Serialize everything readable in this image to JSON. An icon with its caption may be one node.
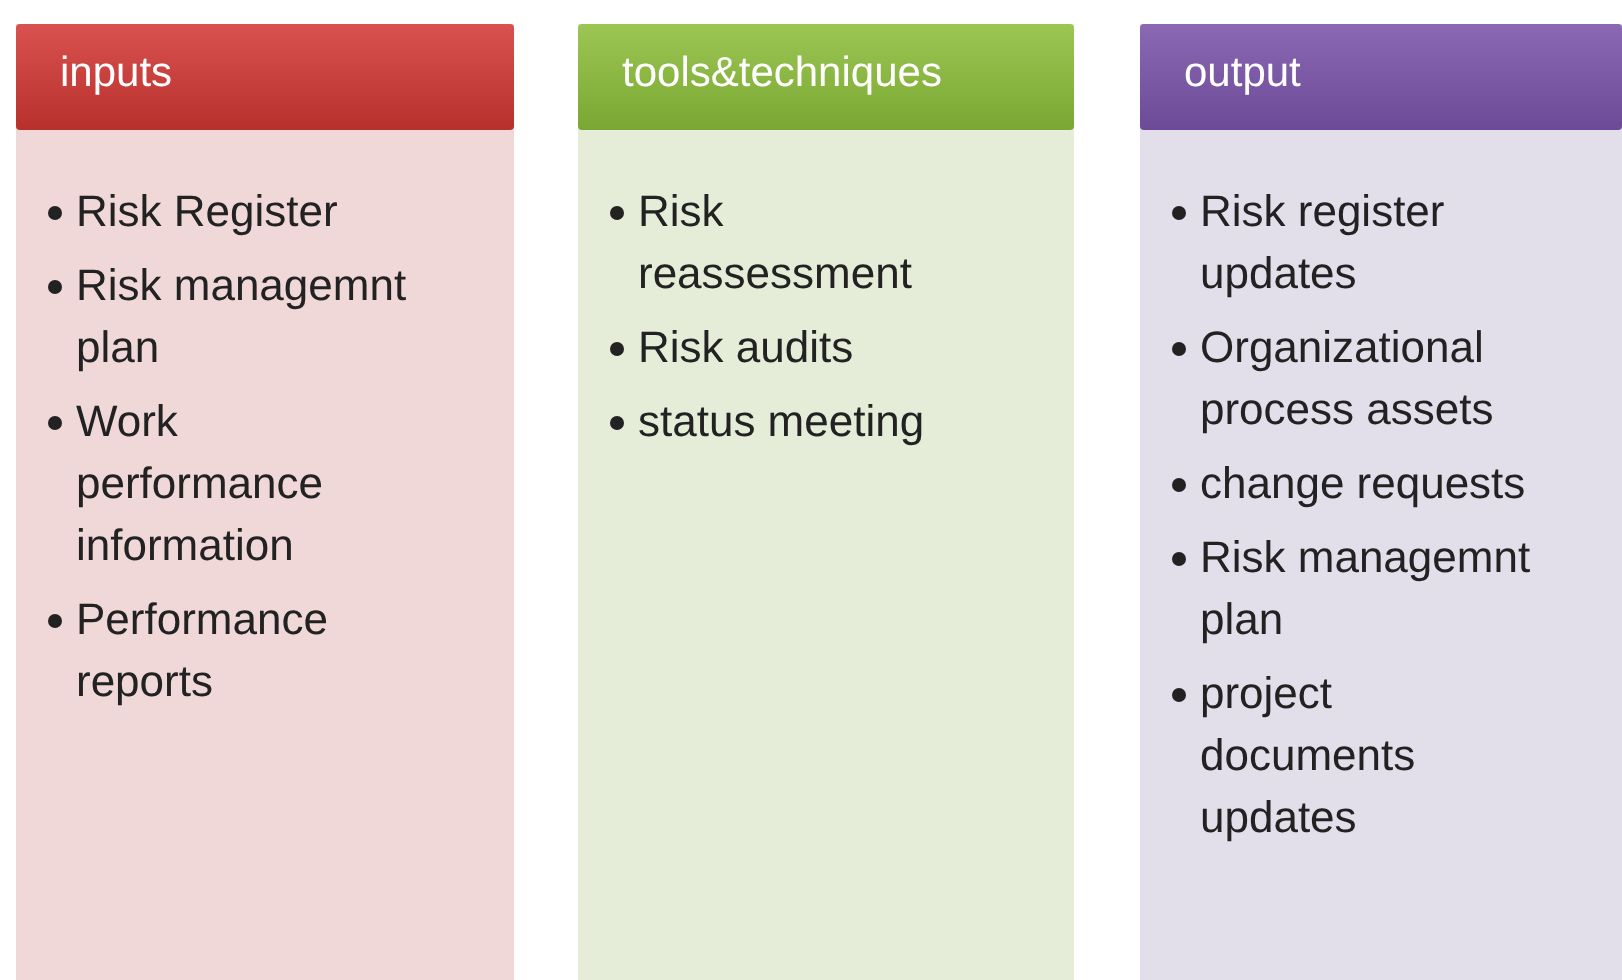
{
  "diagram": {
    "nodes": [
      {
        "text": [
          "Risk Register",
          "Risk managemnt plan",
          "Work performance information",
          "Performance reports"
        ]
      },
      {
        "text": [
          "inputs"
        ],
        "in": 0
      },
      {
        "text": [
          "Risk reassessment",
          "Risk audits",
          "status meeting"
        ]
      },
      {
        "text": [
          "tools&techniques"
        ],
        "in": 2
      },
      {
        "text": [
          "Risk register updates",
          "Organizational process assets",
          "change requests",
          "Risk managemnt plan",
          "project documents updates"
        ]
      },
      {
        "text": [
          "output"
        ],
        "in": 4
      }
    ]
  }
}
